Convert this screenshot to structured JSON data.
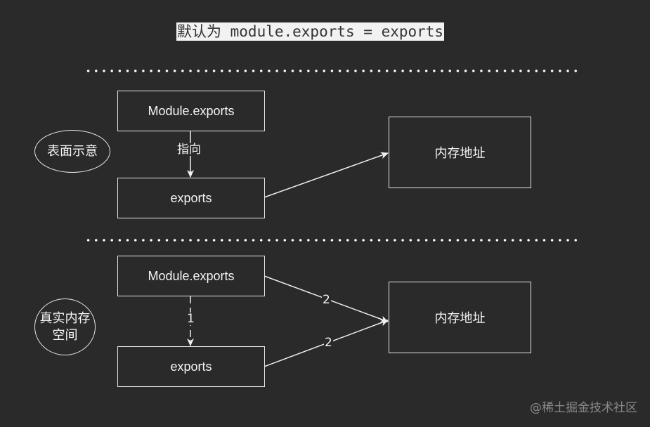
{
  "title": "默认为 module.exports = exports",
  "top": {
    "ellipse_label": "表面示意",
    "module_box": "Module.exports",
    "exports_box": "exports",
    "memory_box": "内存地址",
    "arrow_label": "指向"
  },
  "bottom": {
    "ellipse_line1": "真实内存",
    "ellipse_line2": "空间",
    "module_box": "Module.exports",
    "exports_box": "exports",
    "memory_box": "内存地址",
    "dashed_label": "1",
    "module_to_memory_label": "2",
    "exports_to_memory_label": "2"
  },
  "watermark": "@稀土掘金技术社区"
}
